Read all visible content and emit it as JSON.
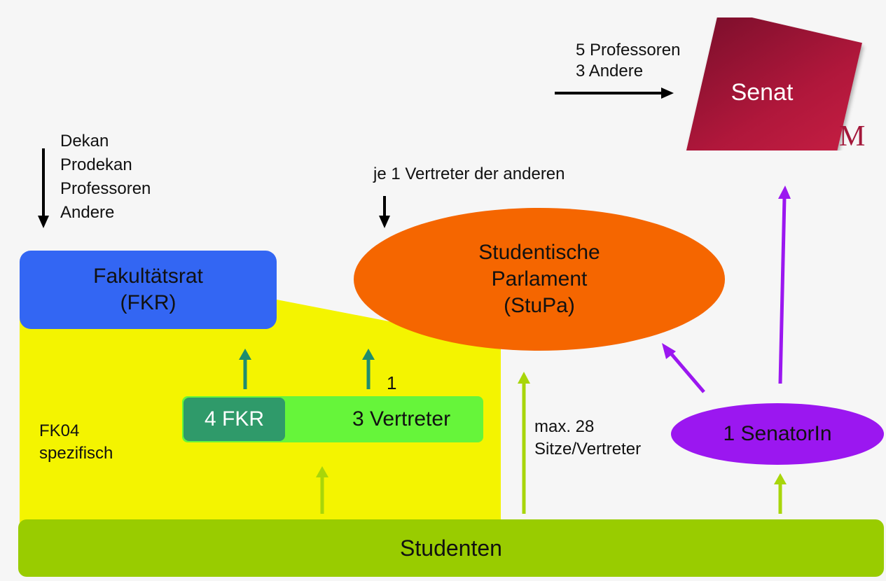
{
  "colors": {
    "background": "#f6f6f6",
    "yellow_zone": "#f4f400",
    "fkr_box": "#3366f3",
    "stupa_ellipse": "#f56600",
    "senator_ellipse": "#9b17f0",
    "vertreter_bar": "#66f53a",
    "fkr4_box": "#2f9a6a",
    "studenten_bar": "#99cc00",
    "teal_arrow": "#1f8d6e",
    "lime_arrow": "#a8d60a",
    "purple_arrow": "#9b17f0",
    "senat_logo": "#a3173a"
  },
  "senat": {
    "label": "Senat",
    "logo_letter": "M",
    "members_line1": "5 Professoren",
    "members_line2": "3 Andere"
  },
  "fakultaetsrat": {
    "members": [
      "Dekan",
      "Prodekan",
      "Professoren",
      "Andere"
    ],
    "label_line1": "Fakultätsrat",
    "label_line2": "(FKR)"
  },
  "stupa": {
    "note": "je 1 Vertreter der anderen",
    "label_line1": "Studentische",
    "label_line2": "Parlament",
    "label_line3": "(StuPa)"
  },
  "fk04": {
    "label_line1": "FK04",
    "label_line2": "spezifisch",
    "fkr_count_label": "4 FKR",
    "vertreter_label": "3 Vertreter",
    "to_stupa_count": "1"
  },
  "stupa_seats": {
    "line1": "max. 28",
    "line2": "Sitze/Vertreter"
  },
  "senator": {
    "label": "1 SenatorIn"
  },
  "studenten": {
    "label": "Studenten"
  }
}
